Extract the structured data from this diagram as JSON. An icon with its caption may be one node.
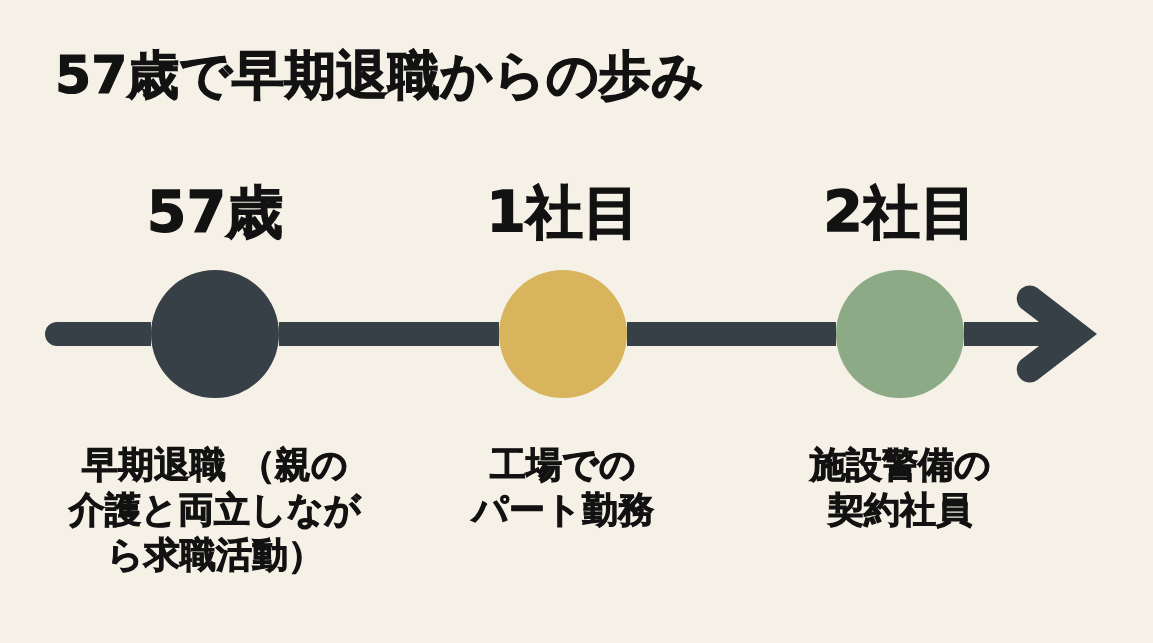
{
  "diagram": {
    "title": "57歳で早期退職からの歩み",
    "nodes": [
      {
        "text": [
          "57歳",
          "早期退職 （親の介護と両立しながら求職活動）"
        ]
      },
      {
        "text": [
          "1社目",
          "工場でのパート勤務"
        ]
      },
      {
        "text": [
          "2社目",
          "施設警備の契約社員"
        ]
      }
    ],
    "edges": [
      {
        "from": null,
        "to": 0,
        "arrow": "none"
      },
      {
        "from": 0,
        "to": 1,
        "arrow": "none"
      },
      {
        "from": 1,
        "to": 2,
        "arrow": "none"
      },
      {
        "from": 2,
        "to": null,
        "arrow": "to"
      }
    ]
  }
}
